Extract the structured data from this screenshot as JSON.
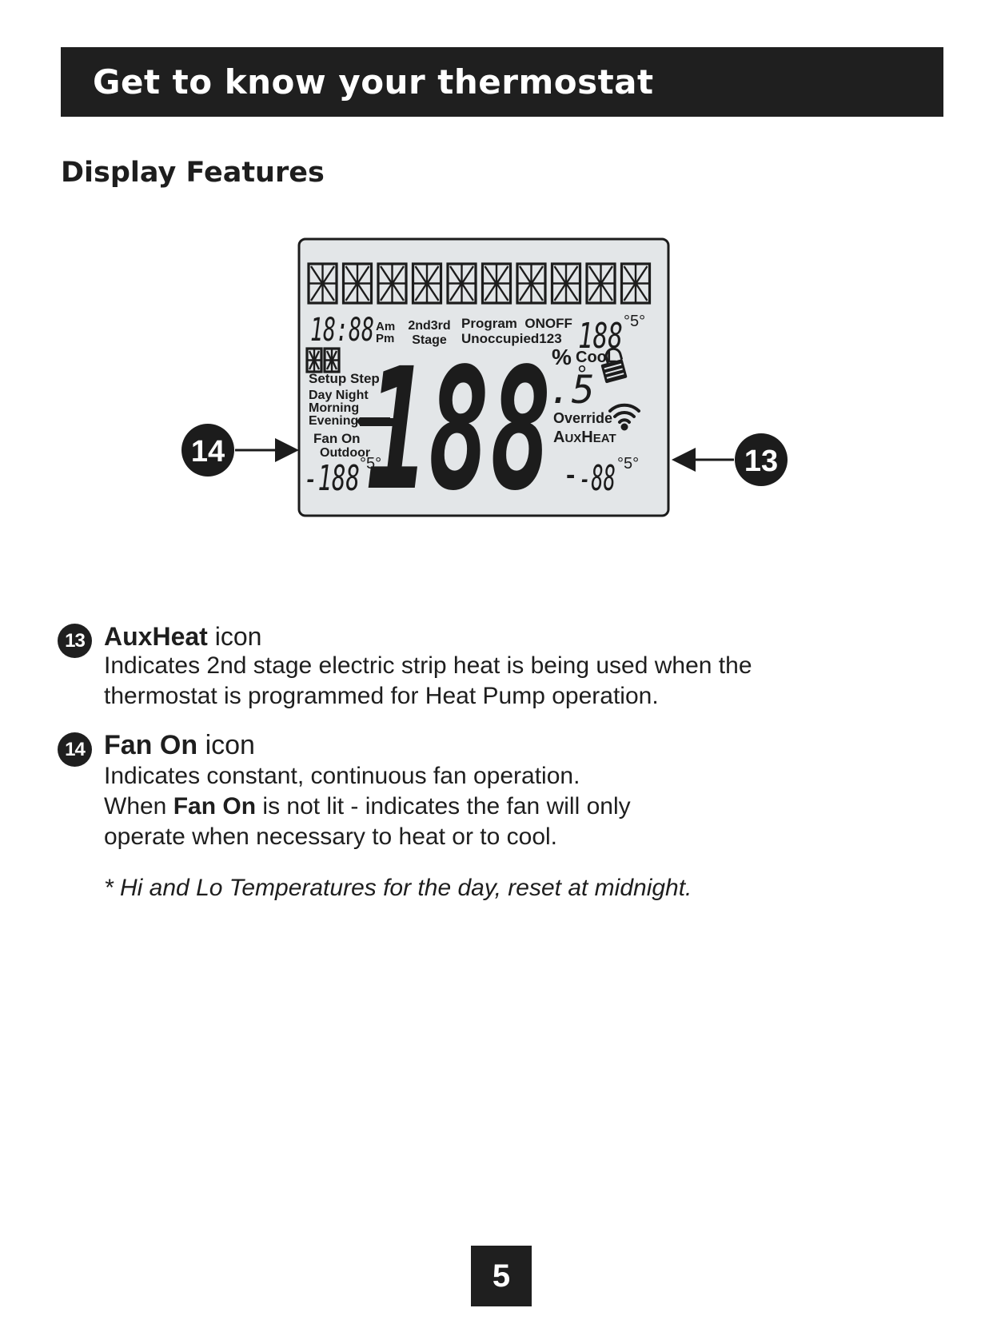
{
  "header": {
    "title": "Get to know your thermostat"
  },
  "section": {
    "title": "Display Features"
  },
  "diagram": {
    "callout_left": "14",
    "callout_right": "13",
    "lcd": {
      "clock": "18:88",
      "am": "Am",
      "pm": "Pm",
      "stage_top": "2nd3rd",
      "stage_bottom": "Stage",
      "program_line": "Program  ONOFF",
      "unoccupied_line": "Unoccupied123",
      "percent": "%",
      "cool": "CooL",
      "setup_step": "Setup Step",
      "day_night": "Day Night",
      "morning": "Morning",
      "evening": "Evening",
      "fan_on": "Fan On",
      "outdoor": "Outdoor",
      "override": "Override",
      "auxheat_a": "A",
      "auxheat_ux": "UX",
      "auxheat_h": "H",
      "auxheat_eat": "EAT",
      "top_right_temp": "188",
      "main_temp": "188",
      "decimal": ".5",
      "deg": "°",
      "bottom_left_temp": "-188",
      "bottom_right_temp": "-88",
      "unit_suffix": "°5°",
      "colors": {
        "lcd_bg": "#e3e6e8",
        "segment": "#1c1c1c"
      }
    }
  },
  "items": [
    {
      "number": "13",
      "name": "AuxHeat",
      "suffix": "icon",
      "lines": [
        "Indicates 2nd stage electric strip heat is being used when the",
        "thermostat is programmed for Heat Pump operation."
      ]
    },
    {
      "number": "14",
      "name": "Fan On",
      "suffix": "icon",
      "line1": "Indicates constant, continuous fan operation.",
      "line2_pre": "When ",
      "line2_bold": "Fan On",
      "line2_post": " is not lit - indicates the fan will only",
      "line3": "operate when necessary to heat or to cool."
    }
  ],
  "footnote": "* Hi and Lo Temperatures for the day, reset at midnight.",
  "page_number": "5"
}
